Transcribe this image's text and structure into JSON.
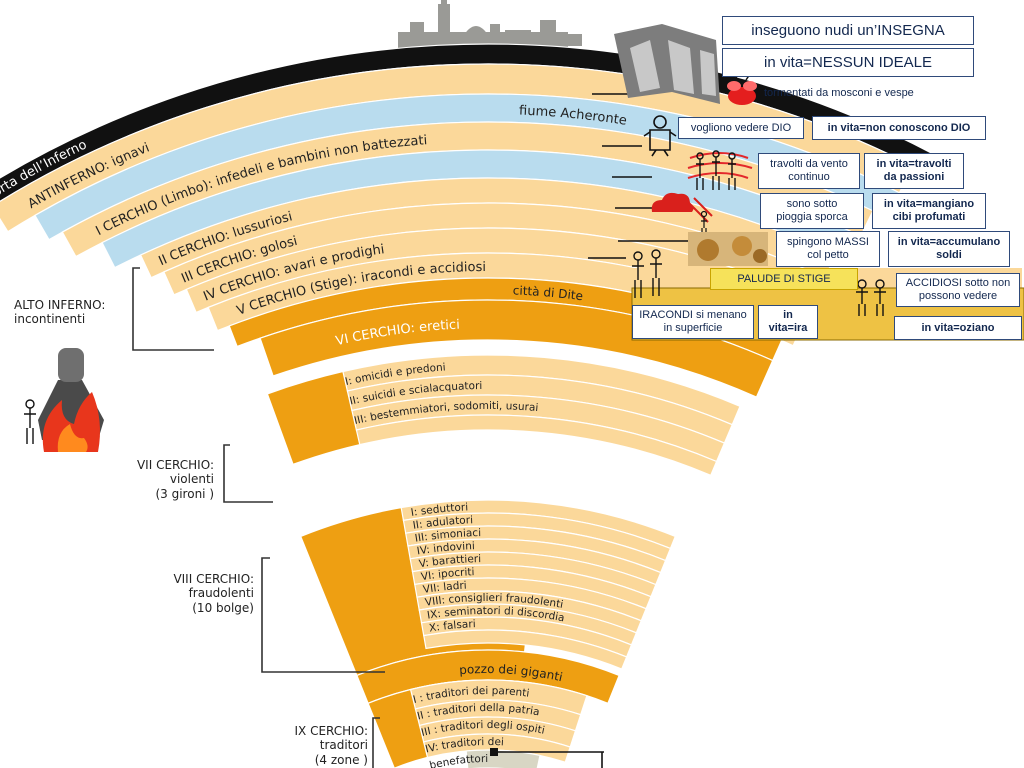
{
  "colors": {
    "ring_light": "#fbd89a",
    "ring_dark": "#ee9f12",
    "gate": "#111111",
    "river": "#b9dcee",
    "marsh": "#eec244",
    "box_border": "#2f4a7a",
    "box_text": "#13284f"
  },
  "rings": {
    "gate": "porta dell’Inferno",
    "antinferno": "ANTINFERNO: ignavi",
    "acheronte": "fiume Acheronte",
    "c1": "I CERCHIO (Limbo): infedeli e bambini non battezzati",
    "c2": "II CERCHIO: lussuriosi",
    "c3": "III CERCHIO: golosi",
    "c4": "IV CERCHIO: avari e prodighi",
    "c5": "V CERCHIO  (Stige): iracondi e accidiosi",
    "dite": "città di Dite",
    "c6": "VI CERCHIO: eretici",
    "c7_gironi": [
      "I: omicidi e predoni",
      "II: suicidi e scialacquatori",
      "III: bestemmiatori, sodomiti, usurai"
    ],
    "c8_bolge": [
      "I: seduttori",
      "II: adulatori",
      "III: simoniaci",
      "IV: indovini",
      "V: barattieri",
      "VI: ipocriti",
      "VII: ladri",
      "VIII: consiglieri fraudolenti",
      "IX: seminatori di discordia",
      "X: falsari"
    ],
    "pozzo": "pozzo dei giganti",
    "c9_zone": [
      "I : traditori dei parenti",
      "II : traditori della patria",
      "III : traditori degli ospiti",
      "IV: traditori dei",
      "benefattori"
    ]
  },
  "side_labels": {
    "alto_1": "ALTO INFERNO:",
    "alto_2": "incontinenti",
    "c7_1": "VII CERCHIO:",
    "c7_2": "violenti",
    "c7_3": "(3 gironi )",
    "c8_1": "VIII CERCHIO:",
    "c8_2": "fraudolenti",
    "c8_3": "(10 bolge)",
    "c9_1": "IX CERCHIO:",
    "c9_2": "traditori",
    "c9_3": "(4 zone )"
  },
  "notes": {
    "ignavi_1": "inseguono nudi un’INSEGNA",
    "ignavi_2": "in vita=NESSUN IDEALE",
    "ignavi_3": "tormentati da mosconi e vespe",
    "limbo_1": "vogliono vedere DIO",
    "limbo_2": "in vita=non conoscono DIO",
    "luss_1a": "travolti da vento",
    "luss_1b": "continuo",
    "luss_2a": "in vita=travolti",
    "luss_2b": "da passioni",
    "gol_1a": "sono sotto",
    "gol_1b": "pioggia sporca",
    "gol_2a": "in vita=mangiano",
    "gol_2b": "cibi profumati",
    "avari_1a": "spingono MASSI",
    "avari_1b": "col petto",
    "avari_2a": "in vita=accumulano",
    "avari_2b": "soldi",
    "stige": "PALUDE DI STIGE",
    "accid_1a": "ACCIDIOSI sotto non",
    "accid_1b": "possono vedere",
    "accid_2": "in vita=oziano",
    "irac_1a": "IRACONDI si menano",
    "irac_1b": "in superficie",
    "irac_2a": "in",
    "irac_2b": "vita=ira"
  }
}
